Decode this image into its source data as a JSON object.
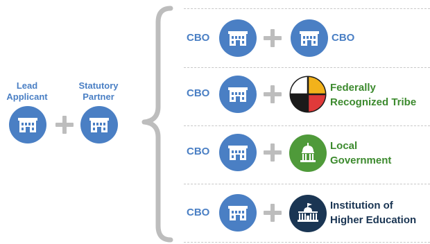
{
  "left": {
    "lead_label": "Lead\nApplicant",
    "partner_label": "Statutory\nPartner"
  },
  "rows": [
    {
      "left_label": "CBO",
      "right_label": "CBO",
      "right_icon": "building-icon"
    },
    {
      "left_label": "CBO",
      "right_label": "Federally\nRecognized Tribe",
      "right_icon": "medicine-wheel-icon"
    },
    {
      "left_label": "CBO",
      "right_label": "Local\nGovernment",
      "right_icon": "capitol-icon"
    },
    {
      "left_label": "CBO",
      "right_label": "Institution of\nHigher Education",
      "right_icon": "university-icon"
    }
  ],
  "colors": {
    "cbo_blue": "#4a7fc4",
    "tribe_green": "#3c8a2e",
    "government_green": "#4f9a3a",
    "higher_ed_navy": "#1a3553",
    "plus_gray": "#bdbdbd"
  }
}
